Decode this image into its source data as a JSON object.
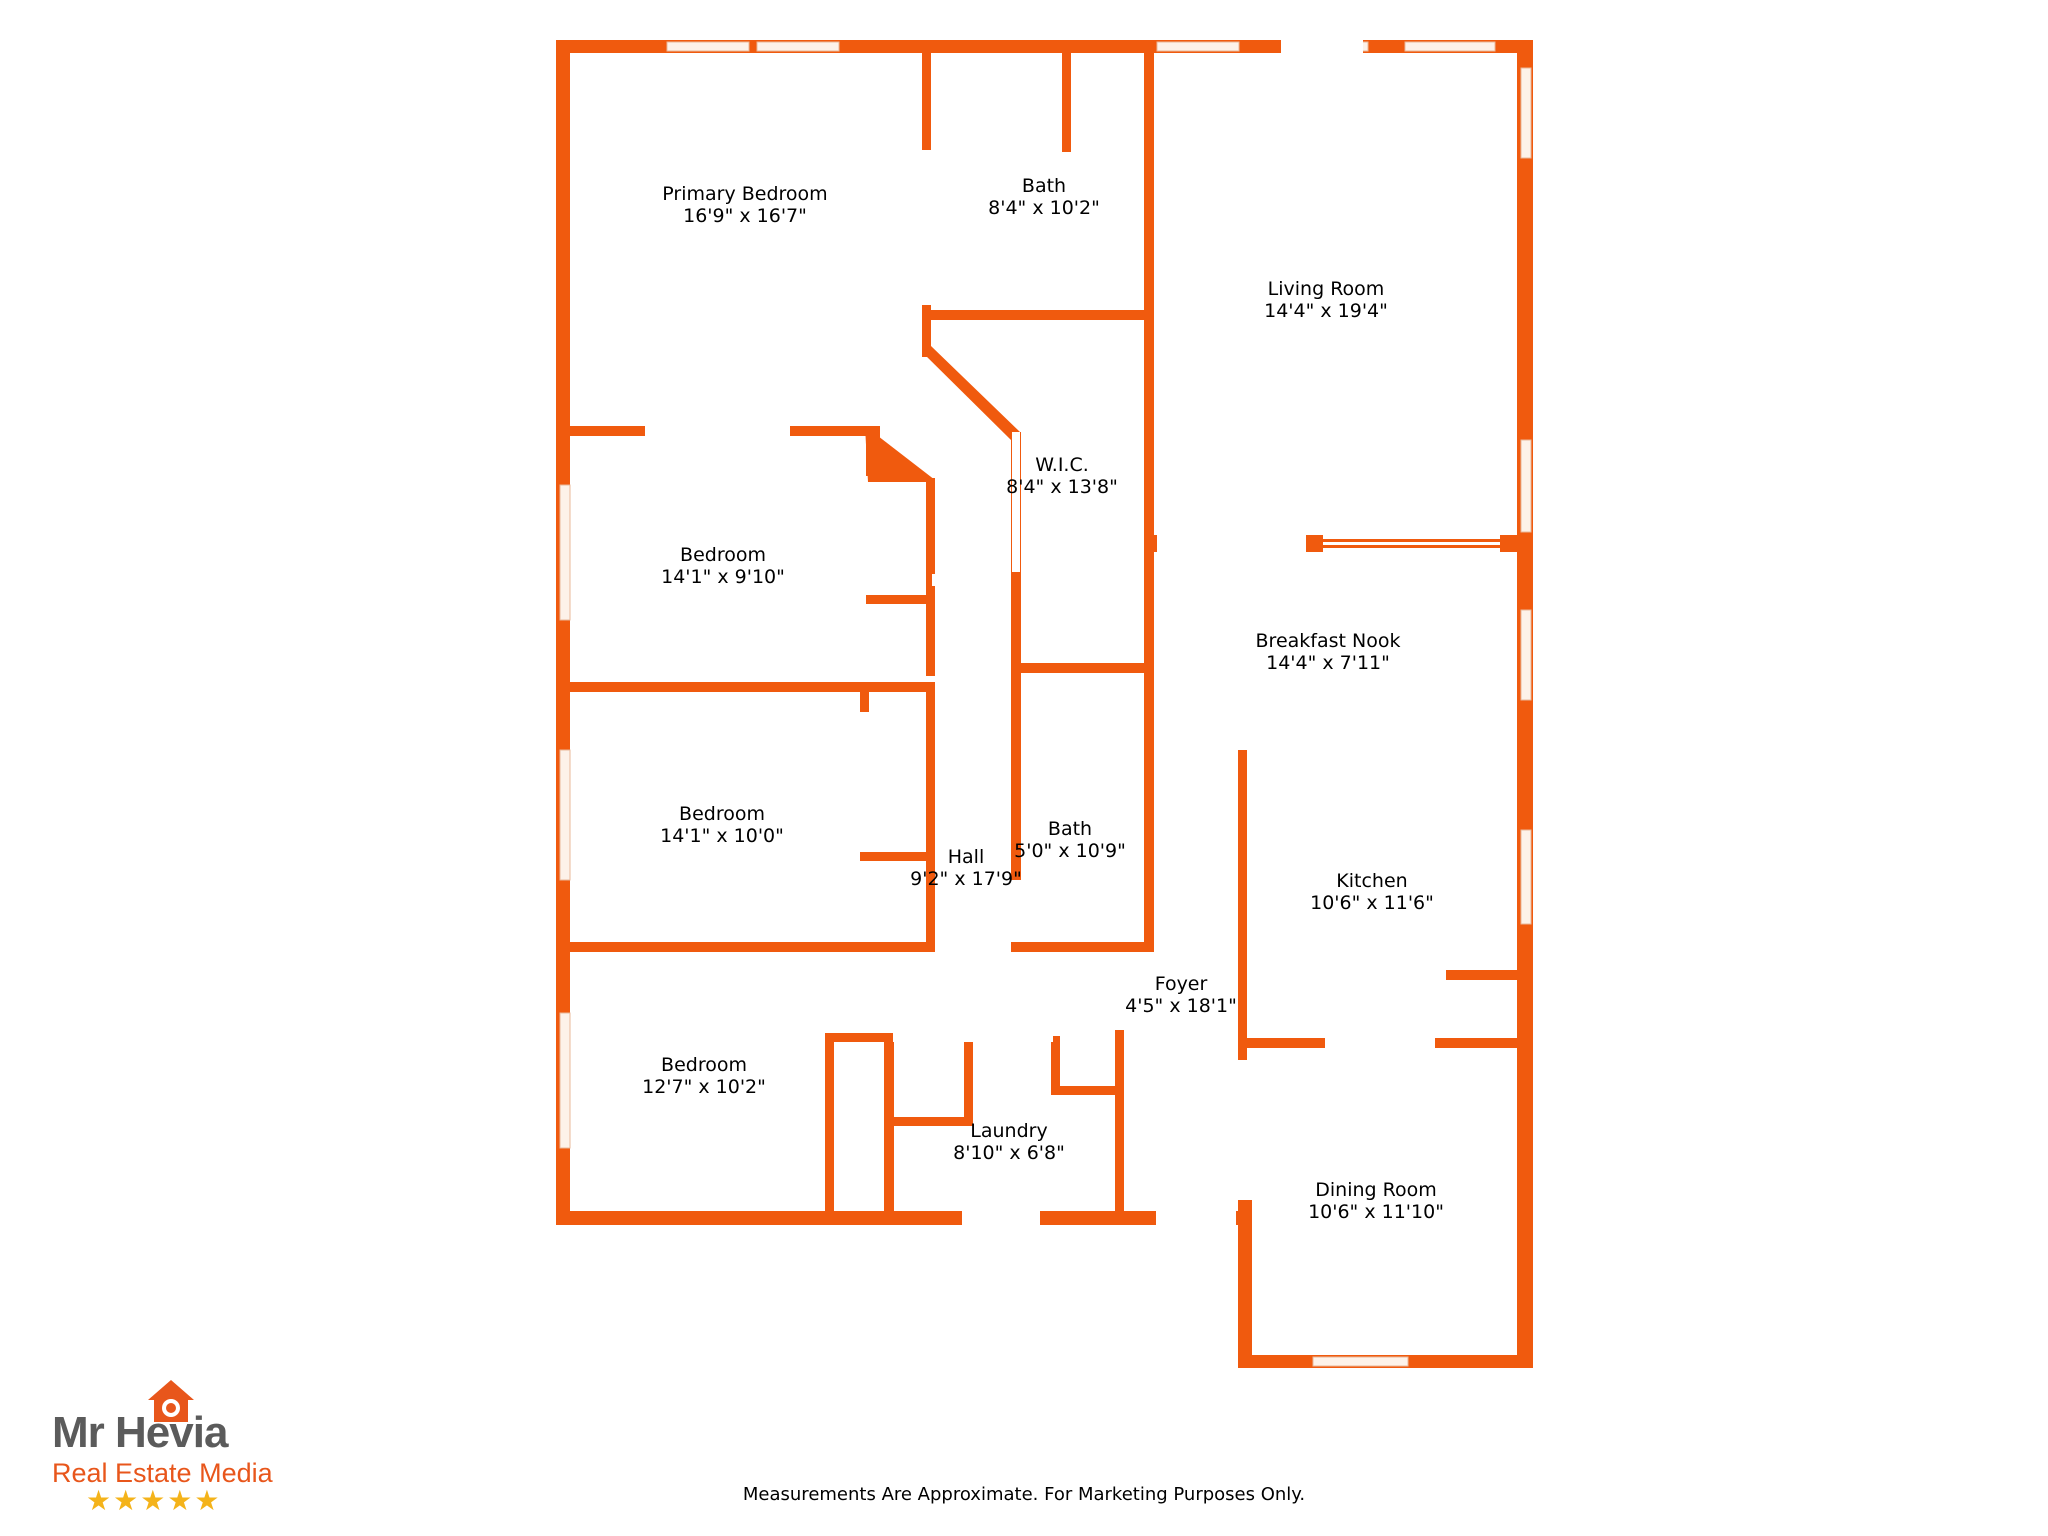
{
  "rooms": [
    {
      "id": "primary-bedroom",
      "name": "Primary Bedroom",
      "dims": "16'9\" x 16'7\""
    },
    {
      "id": "bath-1",
      "name": "Bath",
      "dims": "8'4\" x 10'2\""
    },
    {
      "id": "living-room",
      "name": "Living Room",
      "dims": "14'4\" x 19'4\""
    },
    {
      "id": "wic",
      "name": "W.I.C.",
      "dims": "8'4\" x 13'8\""
    },
    {
      "id": "bedroom-1",
      "name": "Bedroom",
      "dims": "14'1\" x 9'10\""
    },
    {
      "id": "breakfast-nook",
      "name": "Breakfast Nook",
      "dims": "14'4\" x 7'11\""
    },
    {
      "id": "bedroom-2",
      "name": "Bedroom",
      "dims": "14'1\" x 10'0\""
    },
    {
      "id": "hall",
      "name": "Hall",
      "dims": "9'2\" x 17'9\""
    },
    {
      "id": "bath-2",
      "name": "Bath",
      "dims": "5'0\" x 10'9\""
    },
    {
      "id": "kitchen",
      "name": "Kitchen",
      "dims": "10'6\" x 11'6\""
    },
    {
      "id": "foyer",
      "name": "Foyer",
      "dims": "4'5\" x 18'1\""
    },
    {
      "id": "bedroom-3",
      "name": "Bedroom",
      "dims": "12'7\" x 10'2\""
    },
    {
      "id": "laundry",
      "name": "Laundry",
      "dims": "8'10\" x 6'8\""
    },
    {
      "id": "dining-room",
      "name": "Dining Room",
      "dims": "10'6\" x 11'10\""
    }
  ],
  "disclaimer": "Measurements Are Approximate. For Marketing Purposes Only.",
  "logo": {
    "name": "Mr Hevia",
    "subtitle": "Real Estate Media",
    "stars": "★★★★★",
    "icon": "house-camera-icon"
  },
  "colors": {
    "wall": "#f05a0e",
    "window": "#fbe2cf",
    "logo_gray": "#5b5b5b",
    "logo_orange": "#e8561b",
    "star": "#f4b31a"
  }
}
